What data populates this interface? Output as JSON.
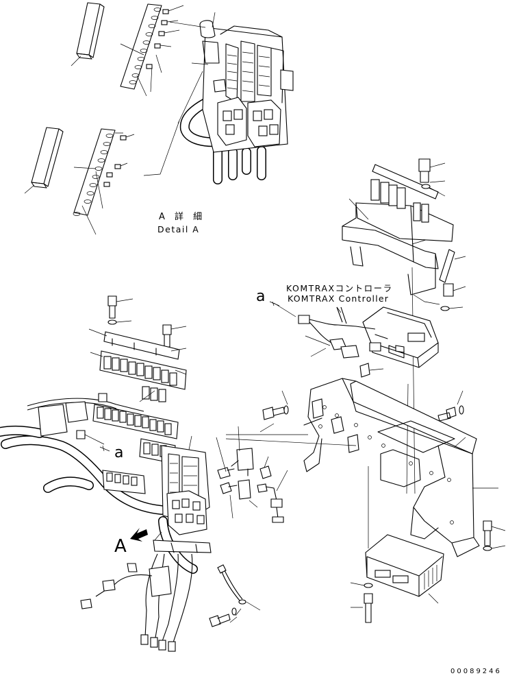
{
  "labels": {
    "detail_a_ja": "A 詳 細",
    "detail_a_en": "Detail A",
    "komtrax_ja": "KOMTRAXコントローラ",
    "komtrax_en": "KOMTRAX Controller",
    "ref_a_lower_1": "a",
    "ref_a_lower_2": "a",
    "ref_A_upper": "A",
    "drawing_code": "00089246"
  },
  "icons": {
    "view_arrow": "view-direction-arrow-icon"
  }
}
